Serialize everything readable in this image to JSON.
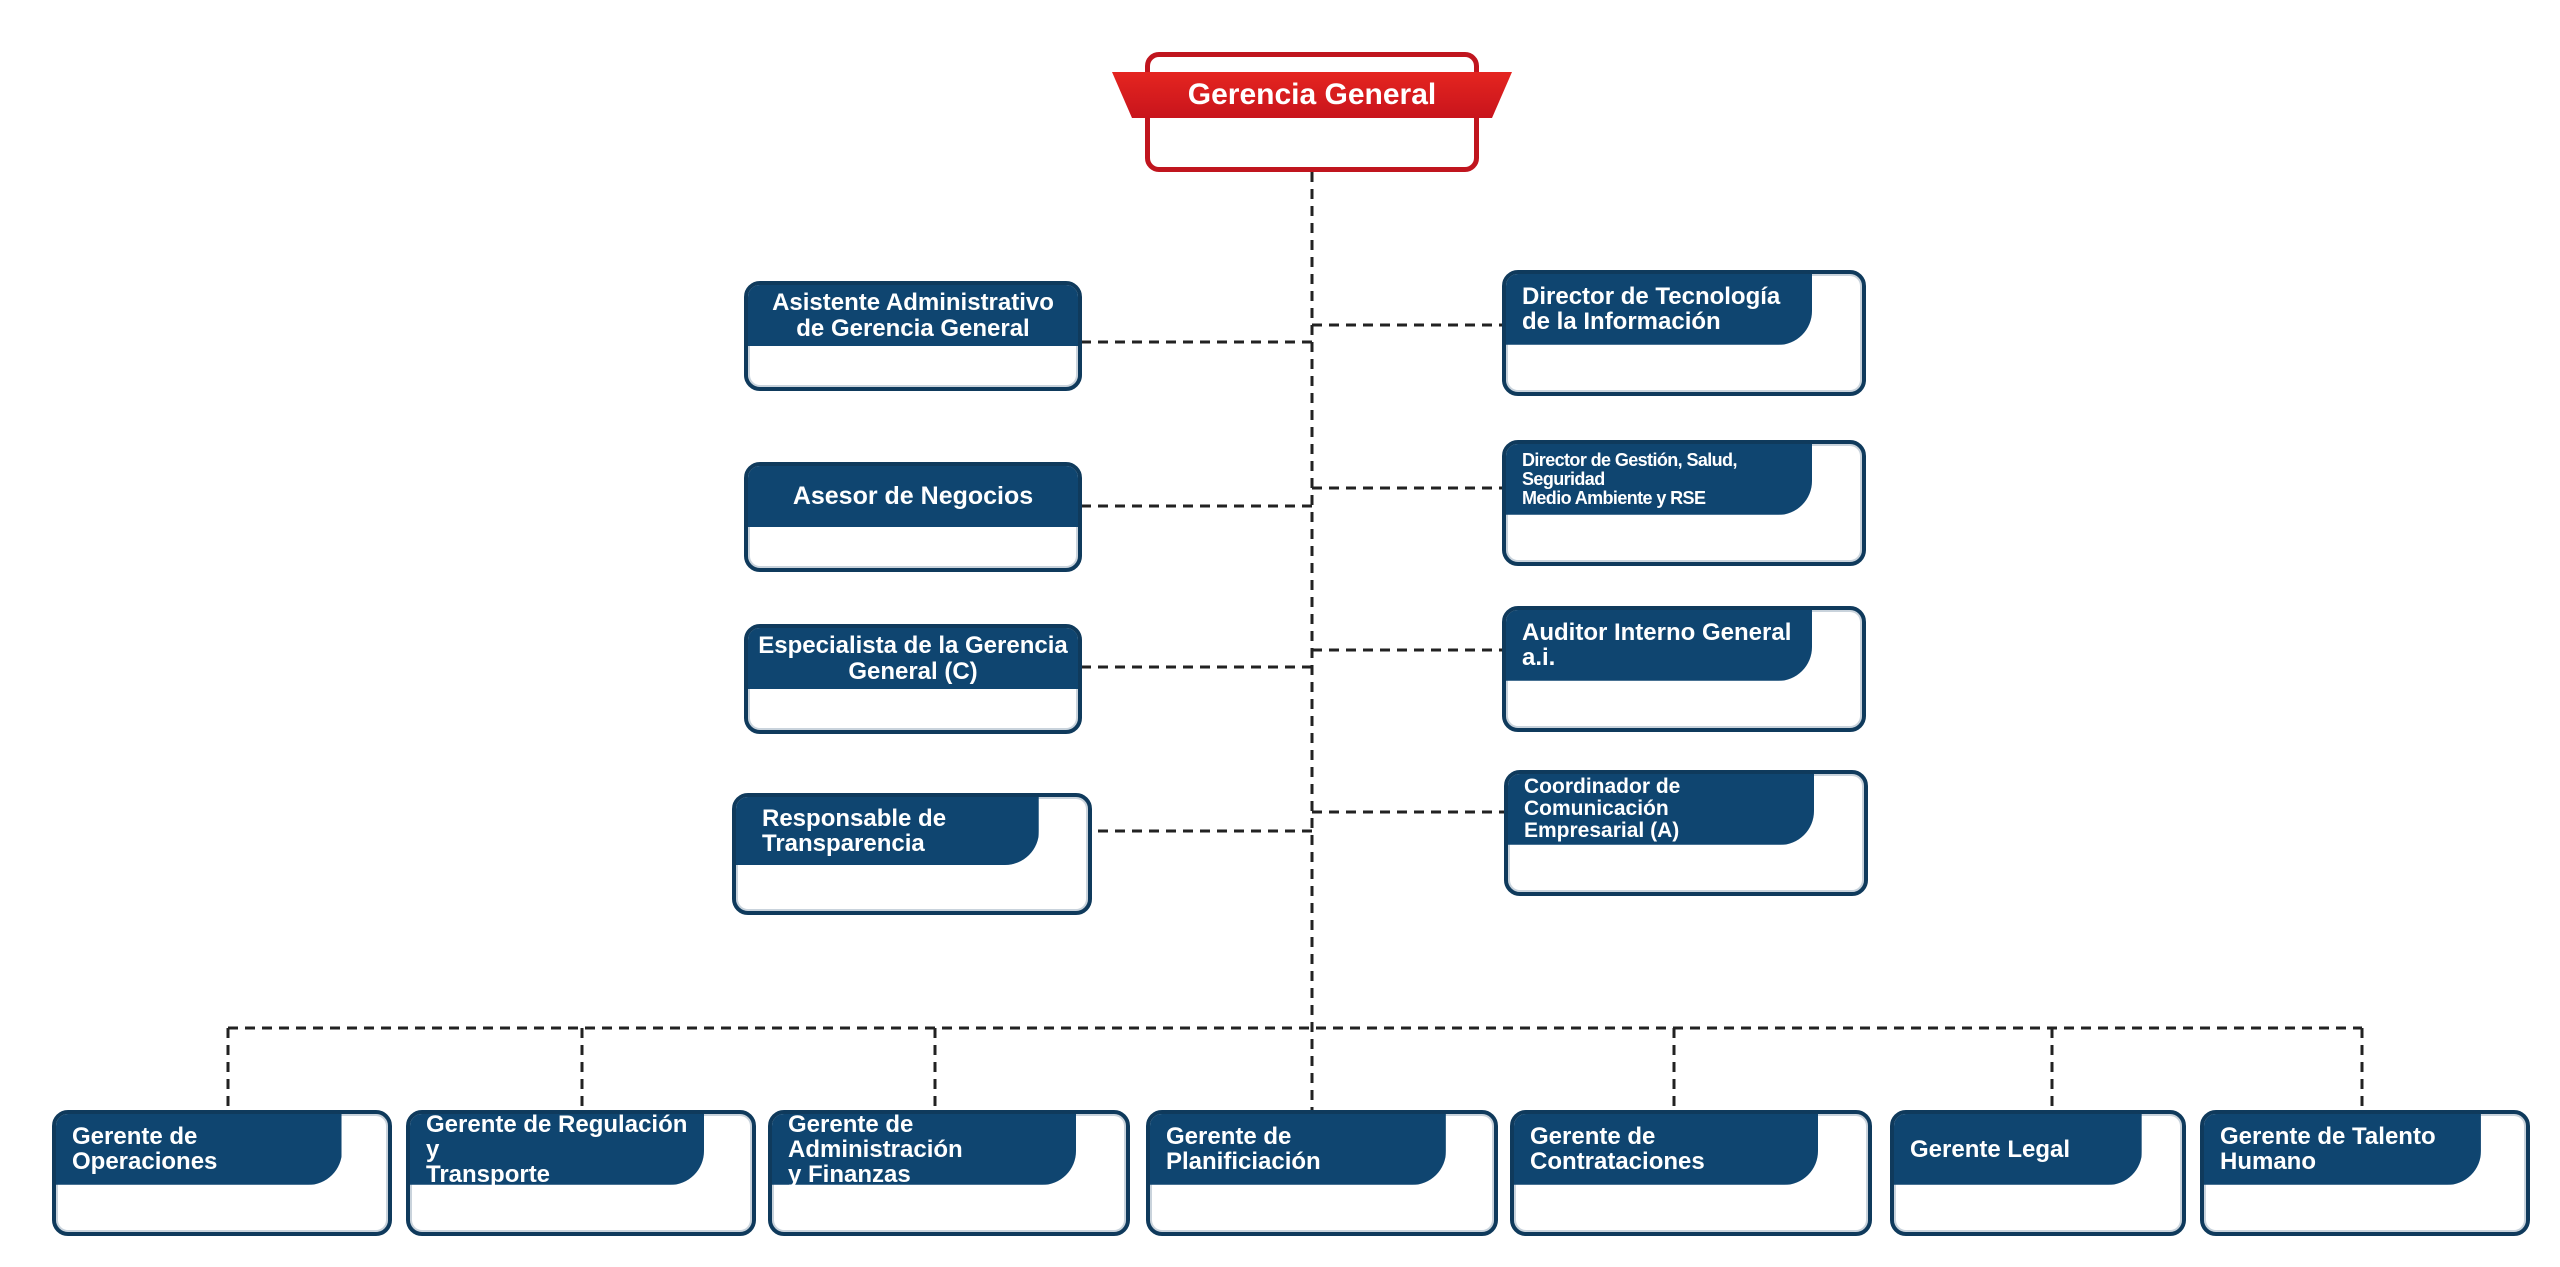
{
  "colors": {
    "top": "#d41c20",
    "card": "#0f4570",
    "line": "#222222"
  },
  "top": {
    "label": "Gerencia General"
  },
  "left_positions": [
    {
      "line1": "Asistente Administrativo",
      "line2": "de Gerencia General"
    },
    {
      "line1": "Asesor de Negocios",
      "line2": ""
    },
    {
      "line1": "Especialista de la Gerencia",
      "line2": "General (C)"
    },
    {
      "line1": "Responsable de",
      "line2": "Transparencia"
    }
  ],
  "right_positions": [
    {
      "line1": "Director de Tecnología",
      "line2": "de la Información"
    },
    {
      "line1": "Director de Gestión, Salud, Seguridad",
      "line2": "Medio Ambiente y RSE"
    },
    {
      "line1": "Auditor Interno General a.i.",
      "line2": ""
    },
    {
      "line1": "Coordinador de Comunicación",
      "line2": "Empresarial (A)"
    }
  ],
  "managers": [
    {
      "line1": "Gerente de Operaciones",
      "line2": ""
    },
    {
      "line1": "Gerente de Regulación y",
      "line2": "Transporte"
    },
    {
      "line1": "Gerente de Administración",
      "line2": "y Finanzas"
    },
    {
      "line1": "Gerente de Planificiación",
      "line2": ""
    },
    {
      "line1": "Gerente de Contrataciones",
      "line2": ""
    },
    {
      "line1": "Gerente Legal",
      "line2": ""
    },
    {
      "line1": "Gerente de Talento",
      "line2": "Humano"
    }
  ]
}
